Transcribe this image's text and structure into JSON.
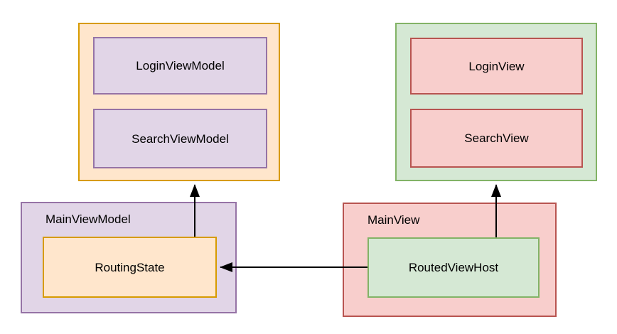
{
  "diagram": {
    "background": "#FFFFFF",
    "text_color": "#000000",
    "arrow_color": "#000000",
    "nodes": {
      "login_viewmodel": "LoginViewModel",
      "search_viewmodel": "SearchViewModel",
      "login_view": "LoginView",
      "search_view": "SearchView",
      "main_viewmodel": "MainViewModel",
      "routing_state": "RoutingState",
      "main_view": "MainView",
      "routed_view_host": "RoutedViewHost"
    },
    "colors": {
      "orange_fill": "#FFE6CC",
      "orange_stroke": "#D79B00",
      "purple_fill": "#E1D5E7",
      "purple_stroke": "#9673A6",
      "green_fill": "#D5E8D4",
      "green_stroke": "#82B366",
      "red_fill": "#F8CECC",
      "red_stroke": "#B85450"
    },
    "groups": [
      {
        "name": "viewmodels-group",
        "theme": "orange",
        "children": [
          "LoginViewModel",
          "SearchViewModel"
        ]
      },
      {
        "name": "views-group",
        "theme": "green",
        "children": [
          "LoginView",
          "SearchView"
        ]
      },
      {
        "name": "MainViewModel",
        "theme": "purple",
        "children": [
          "RoutingState"
        ]
      },
      {
        "name": "MainView",
        "theme": "red",
        "children": [
          "RoutedViewHost"
        ]
      }
    ],
    "edges": [
      {
        "from": "RoutingState",
        "to": "viewmodels-group",
        "direction": "up"
      },
      {
        "from": "RoutedViewHost",
        "to": "views-group",
        "direction": "up"
      },
      {
        "from": "RoutedViewHost",
        "to": "RoutingState",
        "direction": "left"
      }
    ]
  }
}
